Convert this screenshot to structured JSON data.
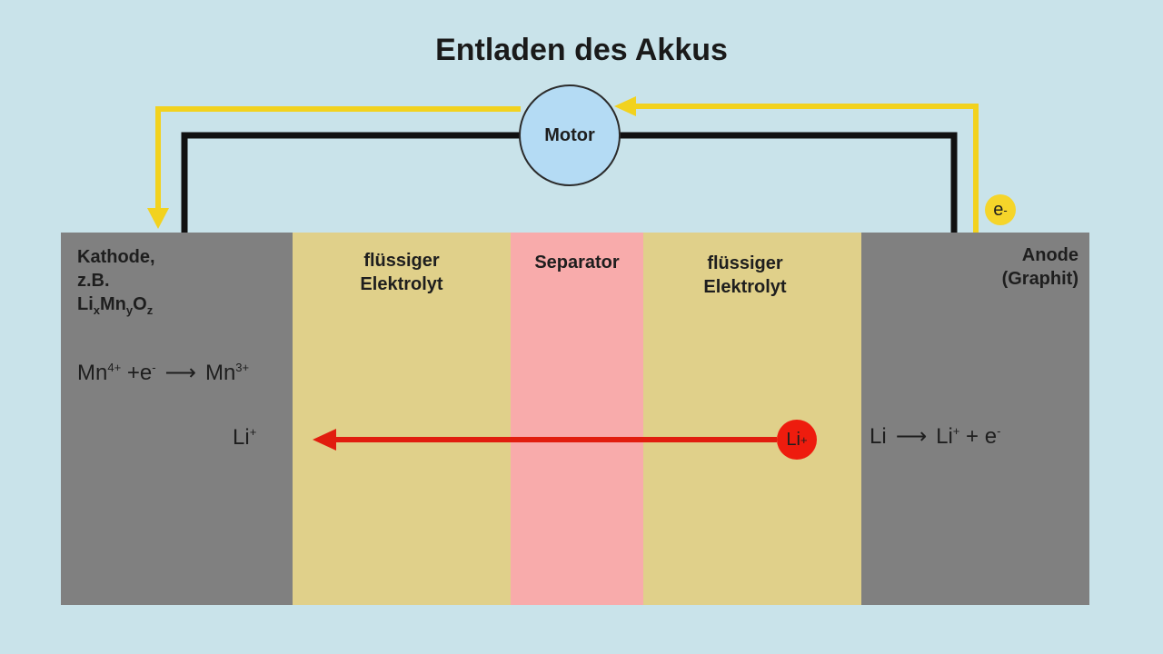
{
  "title": "Entladen des Akkus",
  "motor_label": "Motor",
  "electron_badge": {
    "base": "e",
    "sup": "-"
  },
  "cathode": {
    "line1": "Kathode,",
    "line2": "z.B.",
    "formula": {
      "li": "Li",
      "x": "x",
      "mn": "Mn",
      "y": "y",
      "o": "O",
      "z": "z"
    },
    "reaction": {
      "mn1": "Mn",
      "mn1_sup": "4+",
      "plus_e": " +e",
      "e_sup": "-",
      "arrow": "⟶",
      "mn2": "Mn",
      "mn2_sup": "3+"
    },
    "li_ion": {
      "base": "Li",
      "sup": "+"
    }
  },
  "electrolyte_left": {
    "line1": "flüssiger",
    "line2": "Elektrolyt"
  },
  "separator_label": "Separator",
  "electrolyte_right": {
    "line1": "flüssiger",
    "line2": "Elektrolyt"
  },
  "anode": {
    "line1": "Anode",
    "line2": "(Graphit)",
    "reaction": {
      "li": "Li",
      "arrow": "⟶",
      "li2": "Li",
      "li2_sup": "+",
      "plus_e": " + e",
      "e_sup": "-"
    }
  },
  "li_ion_badge": {
    "base": "Li",
    "sup": "+"
  },
  "colors": {
    "background": "#c9e3ea",
    "electrode": "#808080",
    "electrolyte": "#e0d08a",
    "separator": "#f8abab",
    "wire": "#111111",
    "electron_flow": "#f2d21e",
    "ion_flow": "#e11d0e",
    "motor": "#b4dbf4"
  }
}
